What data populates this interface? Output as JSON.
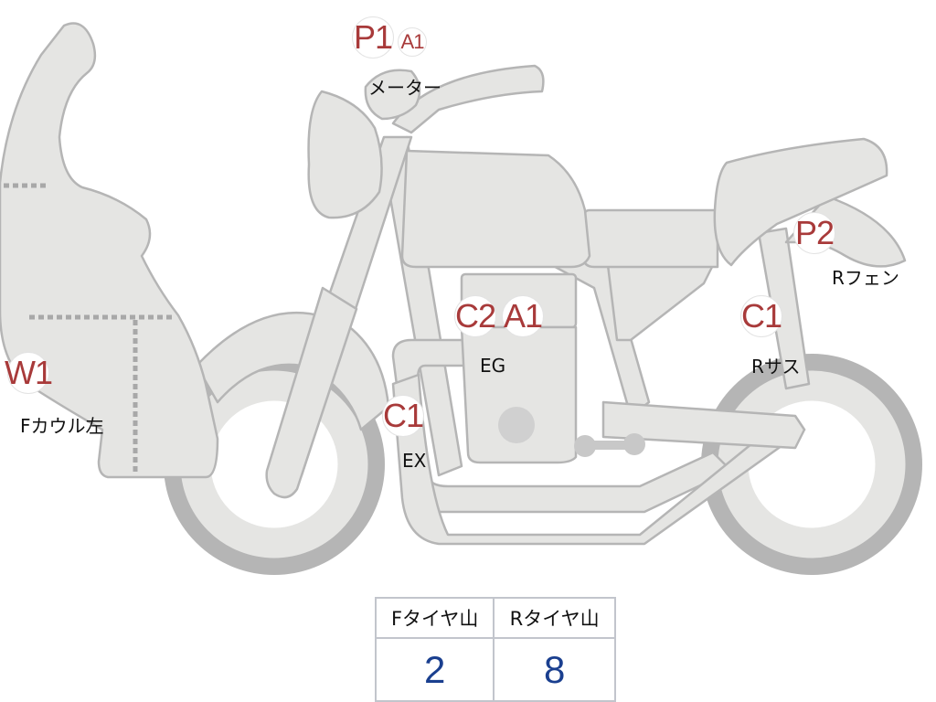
{
  "colors": {
    "bike_fill": "#e5e5e3",
    "bike_outline": "#b5b5b5",
    "code_badge_text": "#a83a3a",
    "tire_value_text": "#1a3f8f",
    "table_border": "#c2c5cc"
  },
  "badges": {
    "meter_p1": "P1",
    "meter_a1": "A1",
    "rear_fender_p2": "P2",
    "engine_c2": "C2",
    "engine_a1": "A1",
    "rear_suspension_c1": "C1",
    "front_cowl_w1": "W1",
    "exhaust_c1": "C1"
  },
  "labels": {
    "meter": "メーター",
    "rear_fender": "Rフェン",
    "engine": "EG",
    "rear_suspension": "Rサス",
    "front_cowl_left": "Fカウル左",
    "exhaust": "EX"
  },
  "tire_table": {
    "front_header": "Fタイヤ山",
    "rear_header": "Rタイヤ山",
    "front_value": "2",
    "rear_value": "8"
  }
}
